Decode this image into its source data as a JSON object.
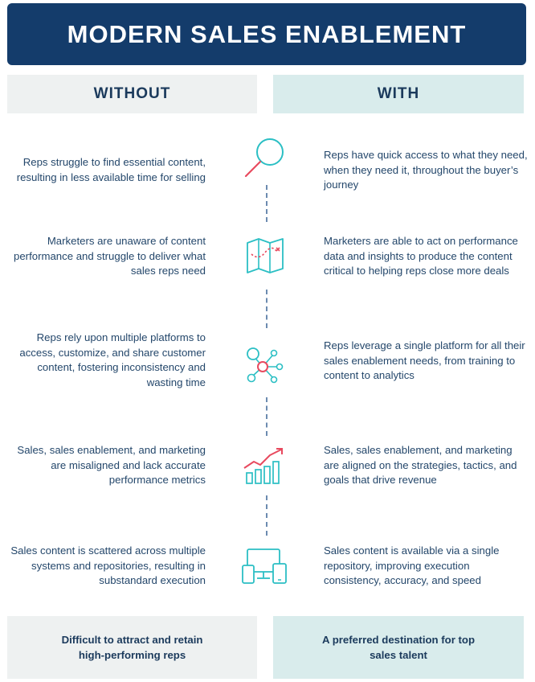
{
  "title": "MODERN SALES ENABLEMENT",
  "columns": {
    "without": "WITHOUT",
    "with": "WITH"
  },
  "rows": [
    {
      "icon": "magnifier-icon",
      "without": "Reps struggle to find essential content, resulting in less available time for selling",
      "with": "Reps have quick access to what they need, when they need it, throughout the buyer’s journey"
    },
    {
      "icon": "map-icon",
      "without": "Marketers are unaware of content performance and struggle to deliver what sales reps need",
      "with": "Marketers are able to act on performance data and insights to produce the content critical to helping reps close more deals"
    },
    {
      "icon": "network-hub-icon",
      "without": "Reps rely upon multiple platforms to access, customize, and share customer content, fostering inconsistency and wasting time",
      "with": "Reps leverage a single platform for all their sales enablement needs, from training to content to analytics"
    },
    {
      "icon": "growth-chart-icon",
      "without": "Sales, sales enablement, and marketing are misaligned and lack accurate performance metrics",
      "with": "Sales, sales enablement, and marketing are aligned on the strategies, tactics, and goals that drive revenue"
    },
    {
      "icon": "devices-icon",
      "without": "Sales content is scattered across multiple systems and repositories, resulting in substandard execution",
      "with": "Sales content is available via a single repository, improving execution consistency, accuracy, and speed"
    }
  ],
  "footer": {
    "without": "Difficult to attract and retain high-performing reps",
    "with": "A preferred destination for top sales talent"
  },
  "colors": {
    "navy": "#143c6b",
    "teal": "#2bbfc4",
    "red": "#e84a5f",
    "without_bg": "#eef1f1",
    "with_bg": "#d9ecec"
  }
}
